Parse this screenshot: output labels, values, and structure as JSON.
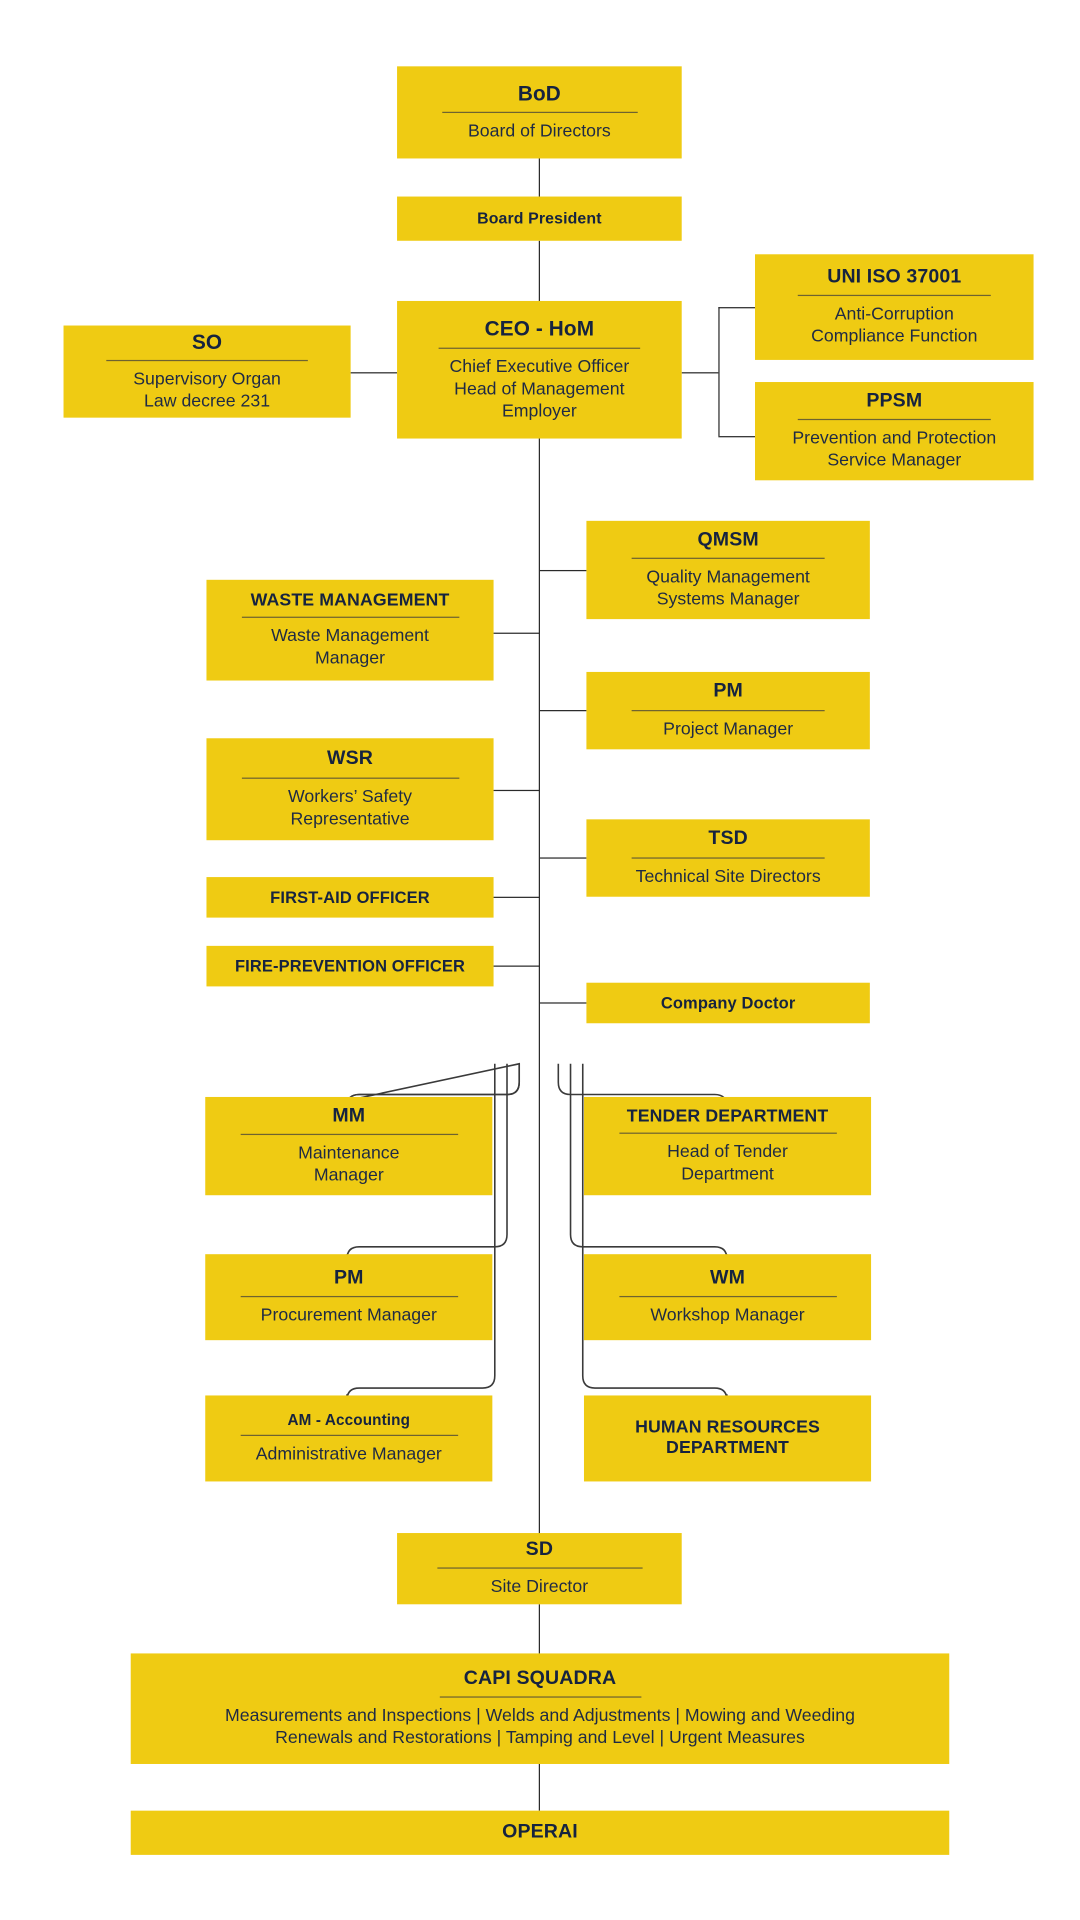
{
  "chart": {
    "type": "org-chart",
    "title": "Organizational Chart",
    "colors": {
      "node_fill": "#EFCB13",
      "text": "#1F2A44",
      "connector": "#2a2a2a",
      "background": "#ffffff"
    }
  },
  "nodes": {
    "bod": {
      "title": "BoD",
      "sub": "Board of Directors"
    },
    "board_president": {
      "title": "Board President",
      "sub": ""
    },
    "ceo": {
      "title": "CEO - HoM",
      "sub": "Chief Executive Officer\nHead of Management\nEmployer"
    },
    "so": {
      "title": "SO",
      "sub": "Supervisory Organ\nLaw decree 231"
    },
    "uni_iso": {
      "title": "UNI ISO 37001",
      "sub": "Anti-Corruption\nCompliance Function"
    },
    "ppsm": {
      "title": "PPSM",
      "sub": "Prevention and Protection\nService Manager"
    },
    "qmsm": {
      "title": "QMSM",
      "sub": "Quality Management\nSystems Manager"
    },
    "waste": {
      "title": "WASTE MANAGEMENT",
      "sub": "Waste Management\nManager"
    },
    "pm_project": {
      "title": "PM",
      "sub": "Project Manager"
    },
    "wsr": {
      "title": "WSR",
      "sub": "Workers’ Safety\nRepresentative"
    },
    "tsd": {
      "title": "TSD",
      "sub": "Technical Site Directors"
    },
    "first_aid": {
      "title": "FIRST-AID OFFICER",
      "sub": ""
    },
    "fire_prev": {
      "title": "FIRE-PREVENTION OFFICER",
      "sub": ""
    },
    "company_doctor": {
      "title": "Company Doctor",
      "sub": ""
    },
    "mm": {
      "title": "MM",
      "sub": "Maintenance\nManager"
    },
    "tender": {
      "title": "TENDER DEPARTMENT",
      "sub": "Head of Tender\nDepartment"
    },
    "pm_procurement": {
      "title": "PM",
      "sub": "Procurement Manager"
    },
    "wm": {
      "title": "WM",
      "sub": "Workshop Manager"
    },
    "am": {
      "title": "AM - Accounting",
      "sub": "Administrative Manager"
    },
    "hr": {
      "title": "HUMAN RESOURCES\nDEPARTMENT",
      "sub": ""
    },
    "sd": {
      "title": "SD",
      "sub": "Site Director"
    },
    "capi_squadra": {
      "title": "CAPI SQUADRA",
      "sub": "Measurements and Inspections  | Welds and Adjustments  | Mowing and Weeding\nRenewals and Restorations | Tamping and Level | Urgent Measures"
    },
    "operai": {
      "title": "OPERAI",
      "sub": ""
    }
  }
}
